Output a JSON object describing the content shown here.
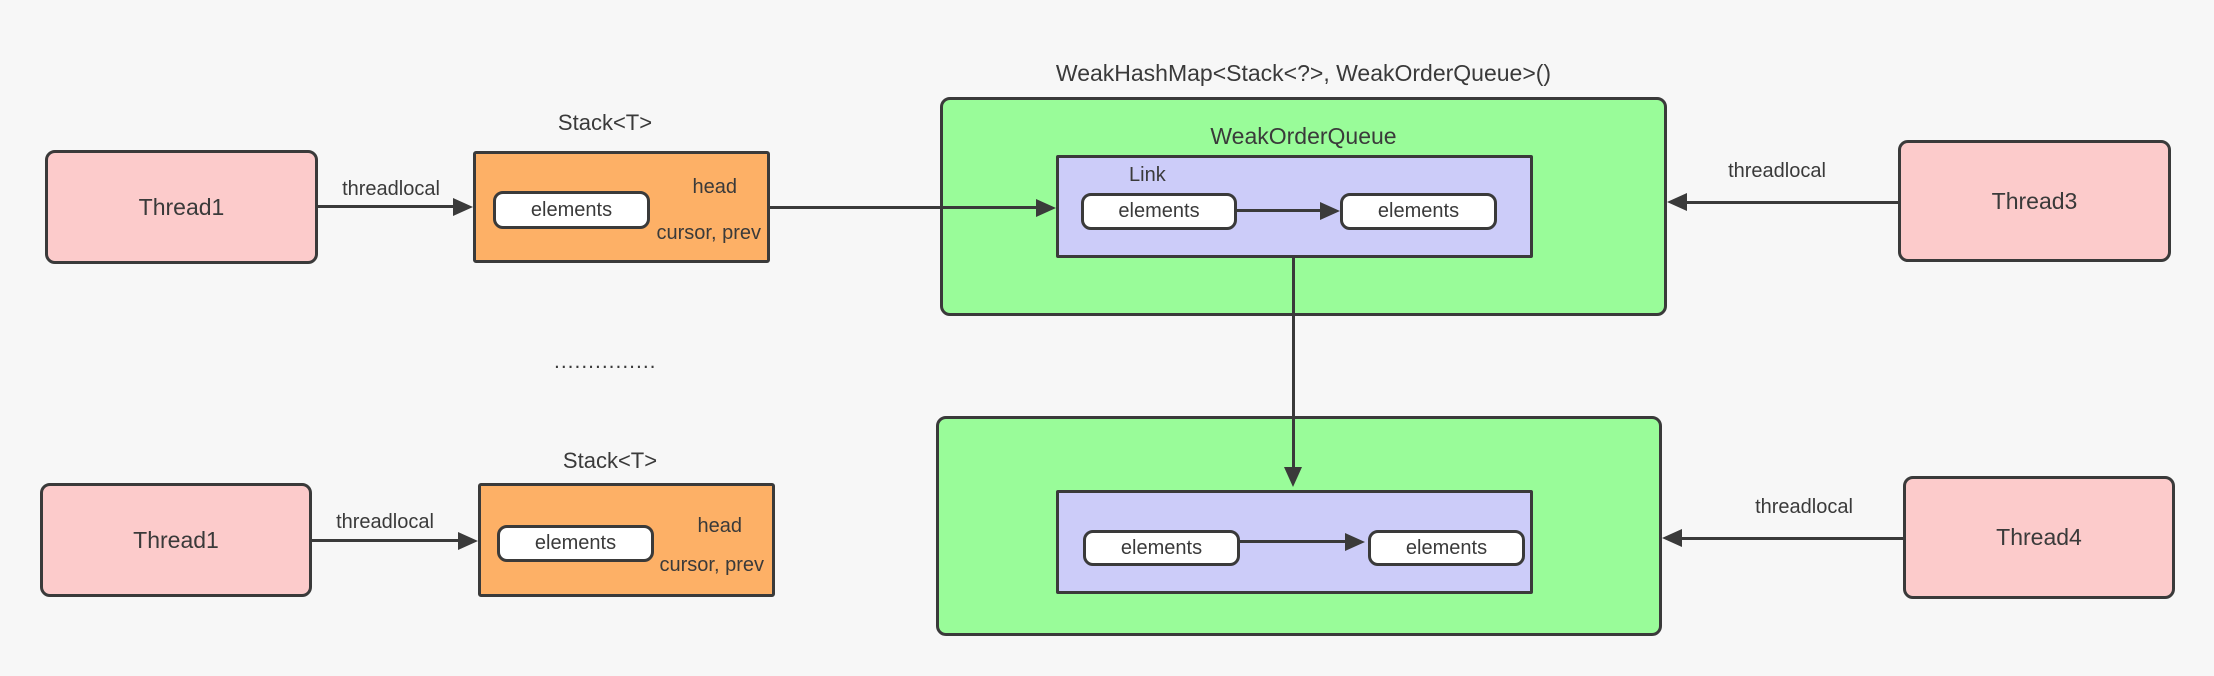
{
  "title": "WeakHashMap<Stack<?>, WeakOrderQueue>()",
  "separator_dots": "...............",
  "colors": {
    "background": "#f7f7f7",
    "thread_box_fill": "#fccbcb",
    "stack_box_fill": "#fdb066",
    "queue_box_fill": "#99fc99",
    "link_box_fill": "#ccccf9",
    "element_box_fill": "#ffffff",
    "stroke": "#3a3a3a",
    "text": "#3a3a3a"
  },
  "top_row": {
    "thread_box": "Thread1",
    "threadlocal_label": "threadlocal",
    "stack": {
      "title": "Stack<T>",
      "elements": "elements",
      "head": "head",
      "cursor_prev": "cursor, prev"
    },
    "queue": {
      "title": "WeakOrderQueue",
      "link": {
        "title": "Link",
        "elements_1": "elements",
        "elements_2": "elements"
      }
    },
    "right_thread_box": "Thread3",
    "right_threadlocal_label": "threadlocal"
  },
  "bottom_row": {
    "thread_box": "Thread1",
    "threadlocal_label": "threadlocal",
    "stack": {
      "title": "Stack<T>",
      "elements": "elements",
      "head": "head",
      "cursor_prev": "cursor, prev"
    },
    "queue": {
      "link": {
        "elements_1": "elements",
        "elements_2": "elements"
      }
    },
    "right_thread_box": "Thread4",
    "right_threadlocal_label": "threadlocal"
  }
}
